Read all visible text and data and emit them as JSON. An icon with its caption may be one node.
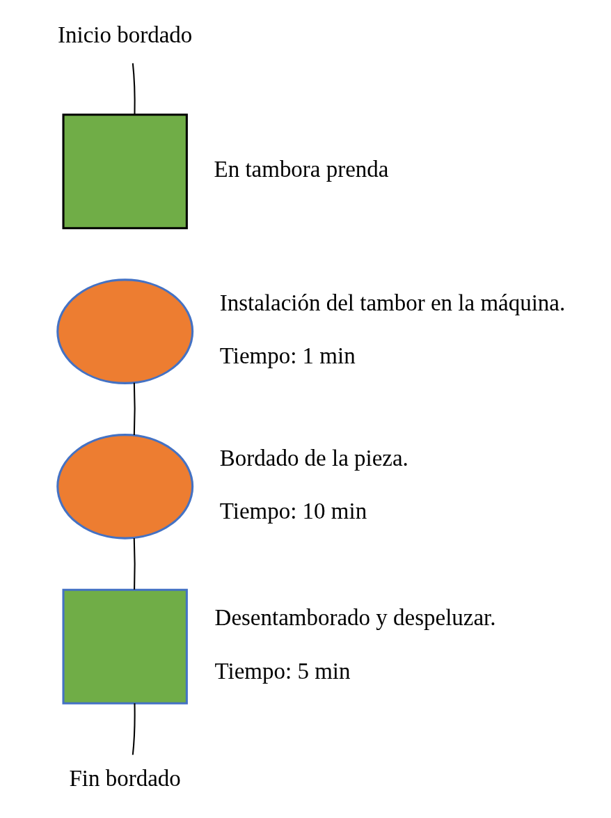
{
  "diagram": {
    "nodes": [
      {
        "text": [
          "Inicio bordado"
        ]
      },
      {
        "text": [],
        "shape": "box",
        "beside": [
          "En tambora prenda"
        ]
      },
      {
        "text": [],
        "shape": "ellipse",
        "beside": [
          "Instalación del tambor en la máquina.",
          "Tiempo: 1 min"
        ]
      },
      {
        "text": [],
        "shape": "ellipse",
        "beside": [
          "Bordado de la pieza.",
          "Tiempo: 10 min"
        ]
      },
      {
        "text": [],
        "shape": "box",
        "beside": [
          "Desentamborado y despeluzar.",
          "Tiempo: 5 min"
        ]
      },
      {
        "text": [
          "Fin bordado"
        ]
      }
    ],
    "edges": [
      {
        "from": 0,
        "to": 1,
        "arrow": "none"
      },
      {
        "from": 2,
        "to": 3,
        "arrow": "none"
      },
      {
        "from": 3,
        "to": 4,
        "arrow": "none"
      },
      {
        "from": 4,
        "to": 5,
        "arrow": "none"
      }
    ]
  }
}
